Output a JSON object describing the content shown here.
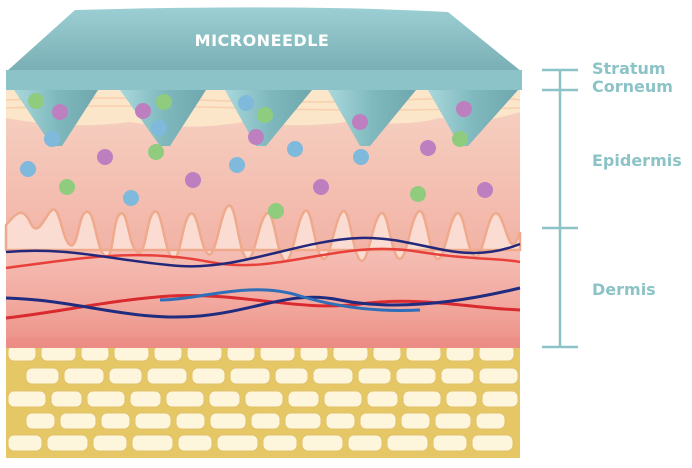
{
  "needle_label": "MICRONEEDLE",
  "layers": {
    "stratum_line1": "Stratum",
    "stratum_line2": "Corneum",
    "epidermis": "Epidermis",
    "dermis": "Dermis"
  },
  "colors": {
    "needle": "#8fc6cb",
    "label": "#8cc3c7",
    "scale": "#8cc3c7",
    "dermis": "#f1a9a0",
    "fat": "#e9cd72",
    "particle_purple": "#bd7fc0",
    "particle_green": "#8fcc7e",
    "particle_blue": "#7fb9dc"
  }
}
